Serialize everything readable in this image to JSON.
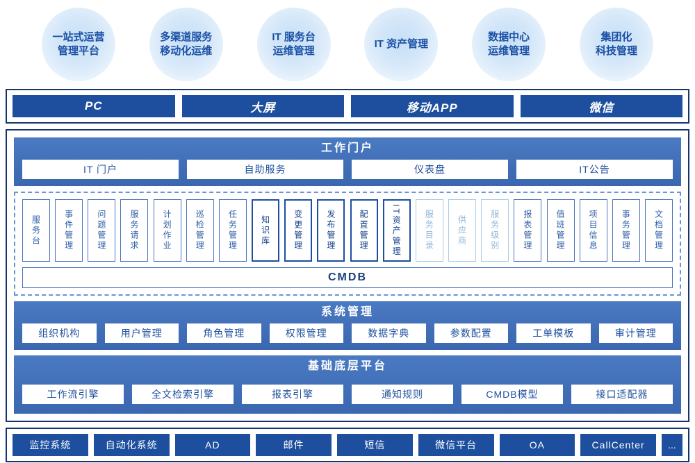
{
  "colors": {
    "navy_border": "#16356e",
    "primary_blue": "#1d4f9e",
    "section_blue": "#3e6eb5",
    "module_blue": "#2f5fa9",
    "module_light": "#8fb9de",
    "bubble_text": "#1b50a4"
  },
  "bubbles": [
    {
      "label": "一站式运营\n管理平台"
    },
    {
      "label": "多渠道服务\n移动化运维"
    },
    {
      "label": "IT 服务台\n运维管理"
    },
    {
      "label": "IT 资产管理"
    },
    {
      "label": "数据中心\n运维管理"
    },
    {
      "label": "集团化\n科技管理"
    }
  ],
  "channels": {
    "items": [
      {
        "label": "PC"
      },
      {
        "label": "大屏"
      },
      {
        "label": "移动APP"
      },
      {
        "label": "微信"
      }
    ]
  },
  "portal": {
    "title": "工作门户",
    "items": [
      {
        "label": "IT 门户"
      },
      {
        "label": "自助服务"
      },
      {
        "label": "仪表盘"
      },
      {
        "label": "IT公告"
      }
    ]
  },
  "modules": {
    "items": [
      {
        "label": "服务台",
        "variant": "normal"
      },
      {
        "label": "事件管理",
        "variant": "normal"
      },
      {
        "label": "问题管理",
        "variant": "normal"
      },
      {
        "label": "服务请求",
        "variant": "normal"
      },
      {
        "label": "计划作业",
        "variant": "normal"
      },
      {
        "label": "巡检管理",
        "variant": "normal"
      },
      {
        "label": "任务管理",
        "variant": "normal"
      },
      {
        "label": "知识库",
        "variant": "bold"
      },
      {
        "label": "变更管理",
        "variant": "bold"
      },
      {
        "label": "发布管理",
        "variant": "bold"
      },
      {
        "label": "配置管理",
        "variant": "bold"
      },
      {
        "label": "IT资产管理",
        "variant": "bold"
      },
      {
        "label": "服务目录",
        "variant": "light"
      },
      {
        "label": "供应商",
        "variant": "light"
      },
      {
        "label": "服务级别",
        "variant": "light"
      },
      {
        "label": "报表管理",
        "variant": "normal"
      },
      {
        "label": "值班管理",
        "variant": "normal"
      },
      {
        "label": "项目信息",
        "variant": "normal"
      },
      {
        "label": "事务管理",
        "variant": "normal"
      },
      {
        "label": "文档管理",
        "variant": "normal"
      }
    ],
    "cmdb_label": "CMDB"
  },
  "system": {
    "title": "系统管理",
    "items": [
      {
        "label": "组织机构"
      },
      {
        "label": "用户管理"
      },
      {
        "label": "角色管理"
      },
      {
        "label": "权限管理"
      },
      {
        "label": "数据字典"
      },
      {
        "label": "参数配置"
      },
      {
        "label": "工单模板"
      },
      {
        "label": "审计管理"
      }
    ]
  },
  "platform": {
    "title": "基础底层平台",
    "items": [
      {
        "label": "工作流引擎"
      },
      {
        "label": "全文检索引擎"
      },
      {
        "label": "报表引擎"
      },
      {
        "label": "通知规则"
      },
      {
        "label": "CMDB模型"
      },
      {
        "label": "接口适配器"
      }
    ]
  },
  "integrations": {
    "items": [
      {
        "label": "监控系统"
      },
      {
        "label": "自动化系统"
      },
      {
        "label": "AD"
      },
      {
        "label": "邮件"
      },
      {
        "label": "短信"
      },
      {
        "label": "微信平台"
      },
      {
        "label": "OA"
      },
      {
        "label": "CallCenter"
      },
      {
        "label": "..."
      }
    ]
  }
}
